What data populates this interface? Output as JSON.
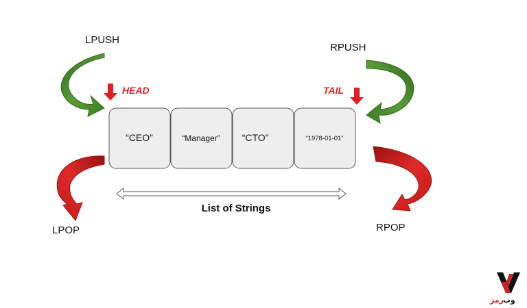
{
  "operations": {
    "lpush": "LPUSH",
    "rpush": "RPUSH",
    "lpop": "LPOP",
    "rpop": "RPOP"
  },
  "markers": {
    "head": "HEAD",
    "tail": "TAIL"
  },
  "list_items": [
    "“CEO”",
    "“Manager”",
    "“CTO”",
    "“1978-01-01”"
  ],
  "caption": "List of Strings",
  "logo": {
    "text_dark": "وب",
    "text_red": "رمز"
  },
  "colors": {
    "push_arrow": "#4a8a2e",
    "pop_arrow": "#d62020",
    "marker": "#e02020",
    "cell_fill": "#eeeeee",
    "cell_stroke": "#555555"
  }
}
